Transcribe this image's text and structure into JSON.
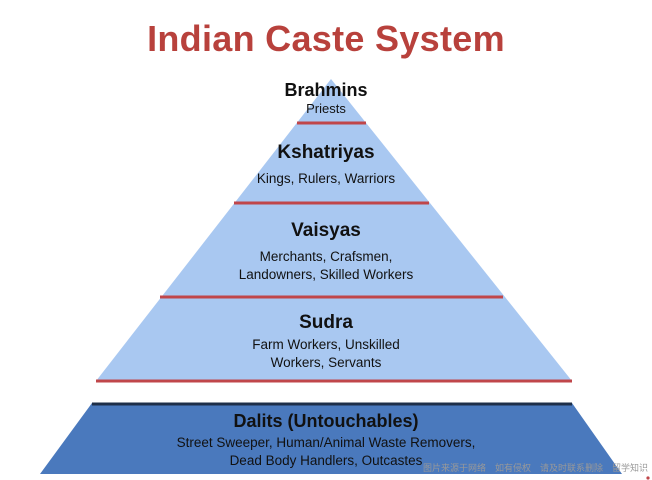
{
  "title": "Indian Caste System",
  "colors": {
    "title": "#b8413c",
    "tier_fill": "#a9c8f1",
    "divider": "#c0464a",
    "base_fill": "#4a79bd",
    "base_top_edge": "#1e2f49"
  },
  "tiers": [
    {
      "name": "Brahmins",
      "desc": [
        "Priests"
      ]
    },
    {
      "name": "Kshatriyas",
      "desc": [
        "Kings, Rulers, Warriors"
      ]
    },
    {
      "name": "Vaisyas",
      "desc": [
        "Merchants, Crafsmen,",
        "Landowners, Skilled Workers"
      ]
    },
    {
      "name": "Sudra",
      "desc": [
        "Farm Workers, Unskilled",
        "Workers, Servants"
      ]
    },
    {
      "name": "Dalits (Untouchables)",
      "desc": [
        "Street Sweeper, Human/Animal Waste Removers,",
        "Dead Body Handlers, Outcastes"
      ]
    }
  ],
  "watermark": "图片来源于网络　如有侵权　请及时联系删除　留学知识"
}
